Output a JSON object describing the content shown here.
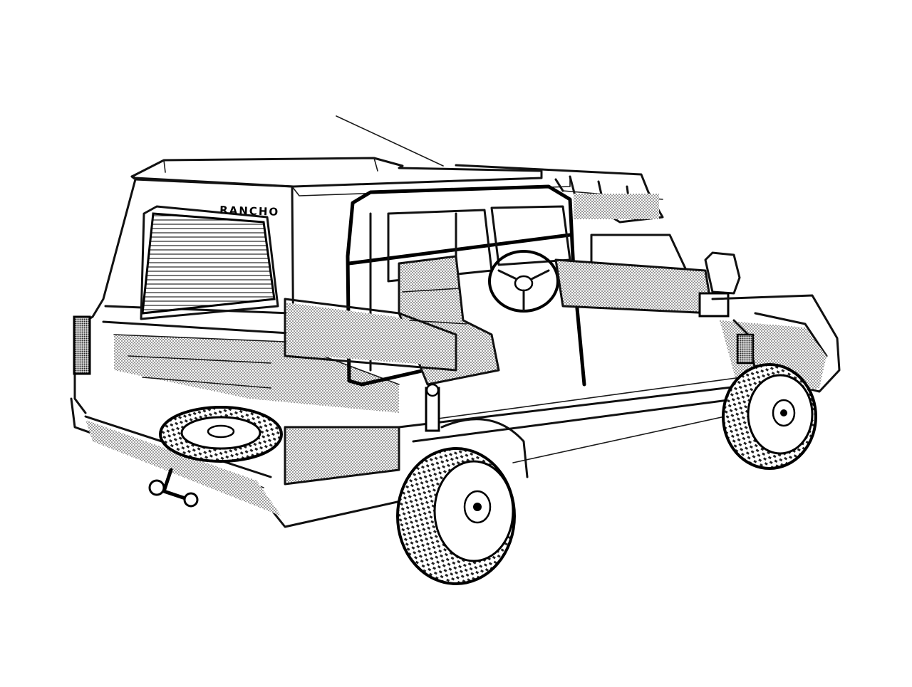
{
  "illustration": {
    "badge_text": "RANCHO",
    "ink_color": "#000000",
    "paper_color": "#ffffff",
    "parts": [
      "roof-rack",
      "antenna",
      "rear-window",
      "tailgate",
      "tail-light",
      "rear-bumper",
      "spare-tyre",
      "tow-hitch",
      "roll-bar",
      "front-seat",
      "steering-wheel",
      "dashboard",
      "side-mirror",
      "rear-wheel",
      "front-wheel",
      "front-suspension",
      "fuel-tank",
      "rear-shock-absorber",
      "chassis-rail"
    ]
  }
}
